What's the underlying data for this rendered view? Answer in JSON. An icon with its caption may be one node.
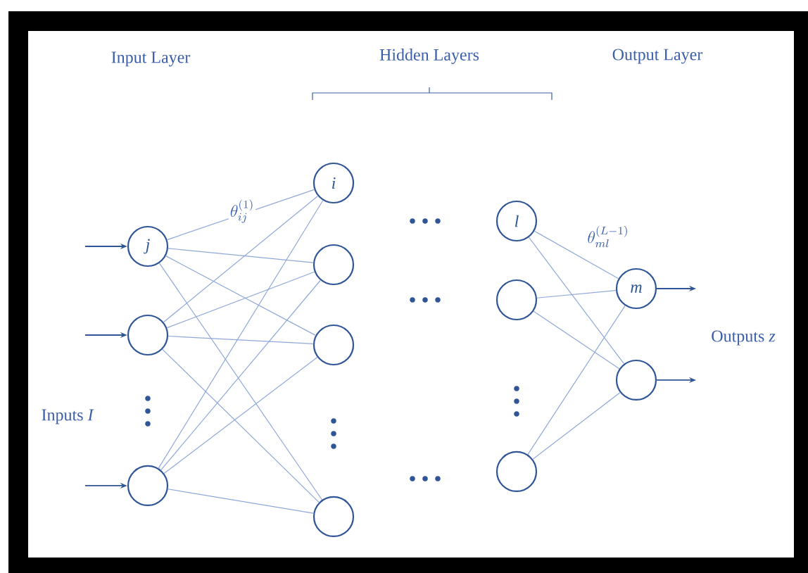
{
  "diagram": {
    "nodes": [
      {
        "text": [
          "j"
        ]
      },
      {
        "text": [],
        "shape": "circle"
      },
      {
        "text": [],
        "shape": "circle"
      },
      {
        "text": [
          "i"
        ]
      },
      {
        "text": [],
        "shape": "circle"
      },
      {
        "text": [],
        "shape": "circle"
      },
      {
        "text": [],
        "shape": "circle"
      },
      {
        "text": [
          "l"
        ]
      },
      {
        "text": [],
        "shape": "circle"
      },
      {
        "text": [],
        "shape": "circle"
      },
      {
        "text": [
          "m"
        ]
      },
      {
        "text": [],
        "shape": "circle"
      }
    ],
    "edges": [
      {
        "from": null,
        "to": 0,
        "arrow": "to",
        "color": "#2f5597"
      },
      {
        "from": null,
        "to": 1,
        "arrow": "to",
        "color": "#2f5597"
      },
      {
        "from": null,
        "to": 2,
        "arrow": "to",
        "color": "#2f5597"
      },
      {
        "from": 0,
        "to": 3,
        "arrow": "none",
        "label": "\\theta_{ij}^{(1)}"
      },
      {
        "from": 0,
        "to": 4,
        "arrow": "none"
      },
      {
        "from": 0,
        "to": 5,
        "arrow": "none"
      },
      {
        "from": 0,
        "to": 6,
        "arrow": "none"
      },
      {
        "from": 1,
        "to": 3,
        "arrow": "none"
      },
      {
        "from": 1,
        "to": 4,
        "arrow": "none"
      },
      {
        "from": 1,
        "to": 5,
        "arrow": "none"
      },
      {
        "from": 1,
        "to": 6,
        "arrow": "none"
      },
      {
        "from": 2,
        "to": 3,
        "arrow": "none"
      },
      {
        "from": 2,
        "to": 4,
        "arrow": "none"
      },
      {
        "from": 2,
        "to": 5,
        "arrow": "none"
      },
      {
        "from": 2,
        "to": 6,
        "arrow": "none"
      },
      {
        "from": 7,
        "to": 10,
        "arrow": "none",
        "label": "\\theta_{ml}^{(L-1)}"
      },
      {
        "from": 7,
        "to": 11,
        "arrow": "none"
      },
      {
        "from": 8,
        "to": 10,
        "arrow": "none"
      },
      {
        "from": 8,
        "to": 11,
        "arrow": "none"
      },
      {
        "from": 9,
        "to": 10,
        "arrow": "none"
      },
      {
        "from": 9,
        "to": 11,
        "arrow": "none"
      },
      {
        "from": 10,
        "to": null,
        "arrow": "to",
        "color": "#2f5597"
      },
      {
        "from": 11,
        "to": null,
        "arrow": "to",
        "color": "#2f5597"
      }
    ],
    "labels": [
      "Input Layer",
      "Hidden Layers",
      "Output Layer",
      "Inputs *I*",
      "Outputs *z*"
    ]
  }
}
